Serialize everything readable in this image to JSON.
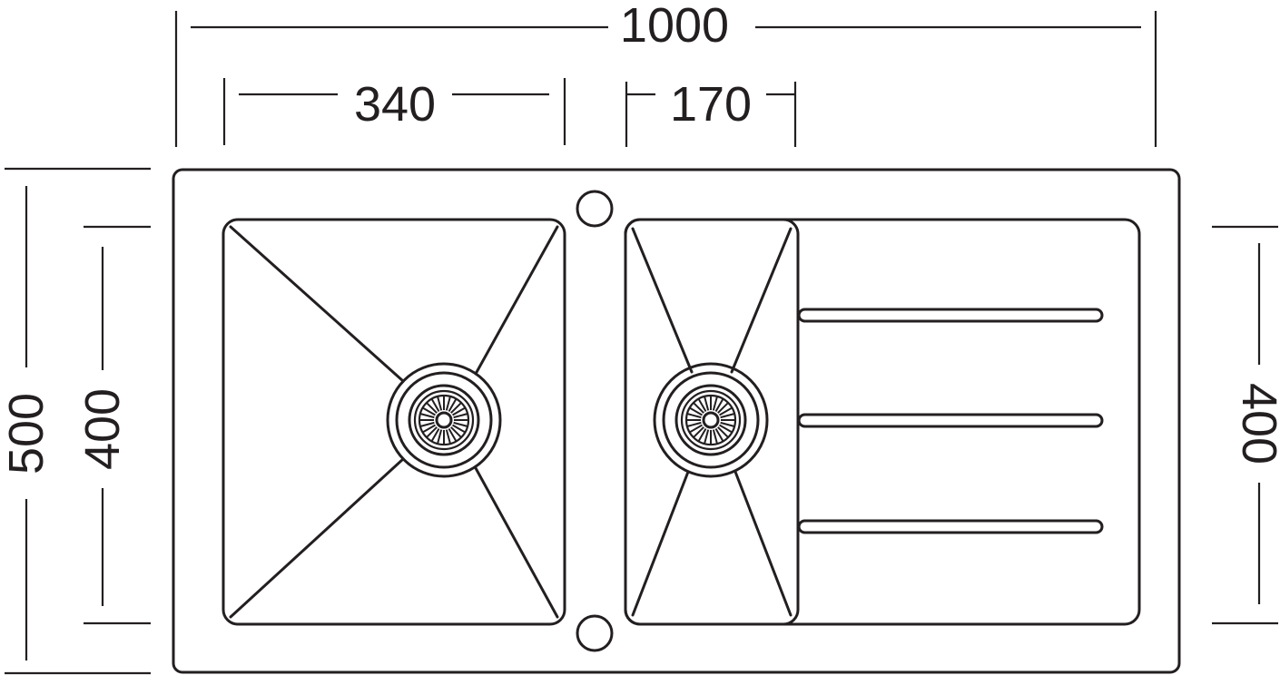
{
  "dimensions": {
    "overall_width": "1000",
    "left_bowl_width": "340",
    "right_bowl_width": "170",
    "overall_height": "500",
    "bowl_height_left": "400",
    "bowl_height_right": "400"
  },
  "colors": {
    "line": "#231f20",
    "background": "#ffffff"
  }
}
